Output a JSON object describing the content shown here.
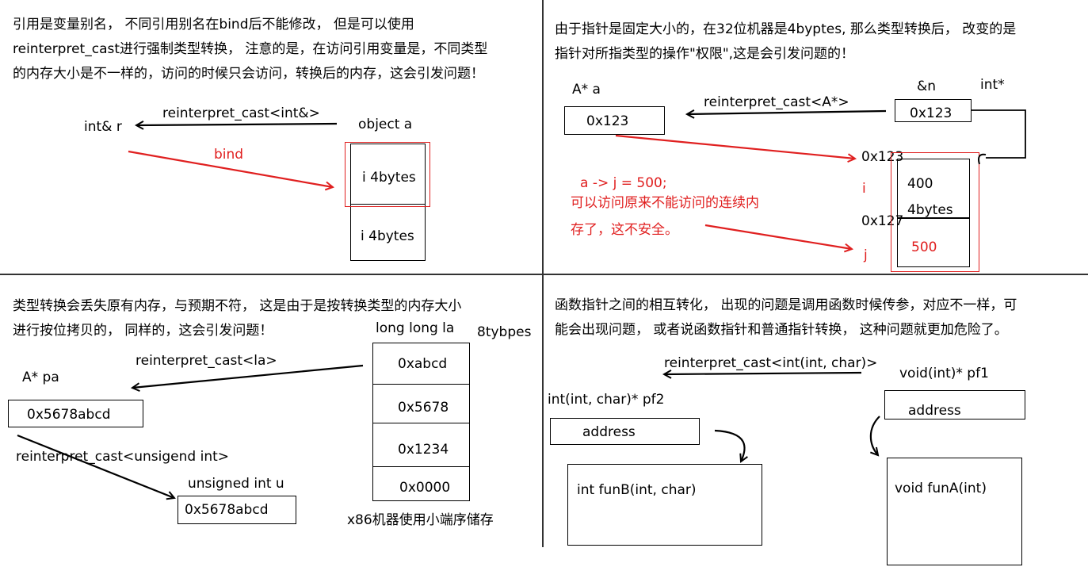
{
  "q1": {
    "paragraph": [
      "引用是变量别名， 不同引用别名在bind后不能修改， 但是可以使用",
      "reinterpret_cast进行强制类型转换， 注意的是，在访问引用变量是，不同类型",
      "的内存大小是不一样的，访问的时候只会访问，转换后的内存，这会引发问题！"
    ],
    "ref_label": "int& r",
    "cast_label": "reinterpret_cast<int&>",
    "object_label": "object a",
    "bind_label": "bind",
    "cell1": "i  4bytes",
    "cell2": "i  4bytes"
  },
  "q2": {
    "paragraph": [
      "由于指针是固定大小的，在32位机器是4byptes, 那么类型转换后， 改变的是",
      "指针对所指类型的操作\"权限\",这是会引发问题的！"
    ],
    "ptr_a_label": "A*    a",
    "ptr_a_value": "0x123",
    "cast_label": "reinterpret_cast<A*>",
    "n_label": "&n",
    "n_type": "int*",
    "n_value": "0x123",
    "addr1": "0x123",
    "addr2": "0x127",
    "field_i": "i",
    "field_j": "j",
    "cell_value1": "400",
    "cell_size1": "4bytes",
    "cell_value2": "500",
    "note_code": "a -> j = 500;",
    "note_line1": "可以访问原来不能访问的连续内",
    "note_line2": "存了，这不安全。"
  },
  "q3": {
    "paragraph": [
      "类型转换会丢失原有内存，与预期不符， 这是由于是按转换类型的内存大小",
      "进行按位拷贝的， 同样的，这会引发问题！"
    ],
    "la_label": "long long la",
    "la_size": "8tybpes",
    "cast1_label": "reinterpret_cast<la>",
    "pa_label": "A*   pa",
    "pa_value": "0x5678abcd",
    "cast2_label": "reinterpret_cast<unsigend int>",
    "u_label": "unsigned int u",
    "u_value": "0x5678abcd",
    "cells": [
      "0xabcd",
      "0x5678",
      "0x1234",
      "0x0000"
    ],
    "footnote": "x86机器使用小端序储存"
  },
  "q4": {
    "paragraph": [
      "函数指针之间的相互转化， 出现的问题是调用函数时候传参，对应不一样，可",
      "能会出现问题， 或者说函数指针和普通指针转换， 这种问题就更加危险了。"
    ],
    "cast_label": "reinterpret_cast<int(int, char)>",
    "pf1_label": "void(int)*  pf1",
    "pf1_value": "address",
    "pf2_label": "int(int, char)* pf2",
    "pf2_value": "address",
    "funB": "int funB(int, char)",
    "funA": "void funA(int)"
  }
}
